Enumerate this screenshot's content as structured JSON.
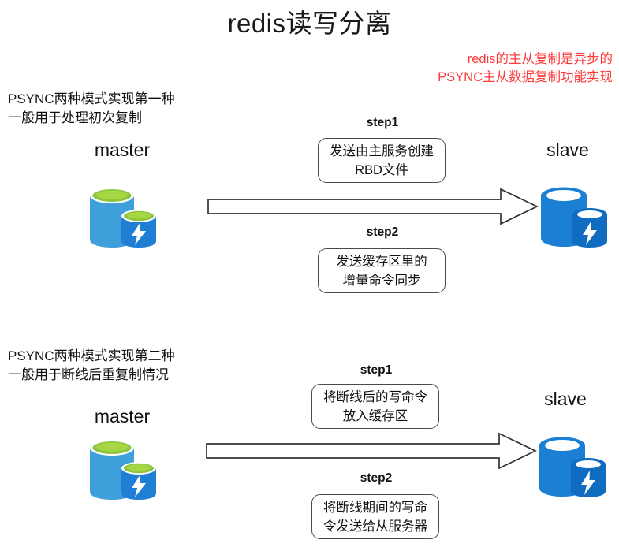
{
  "title": "redis读写分离",
  "note": {
    "line1": "redis的主从复制是异步的",
    "line2": "PSYNC主从数据复制功能实现",
    "color": "#ff3b3b"
  },
  "colors": {
    "master_body": "#3f9fdb",
    "master_body_dark": "#1f7fd4",
    "master_top": "#8cc63f",
    "master_top_light": "#a6d644",
    "slave_body": "#1b7fd4",
    "slave_body_dark": "#0f6cc0",
    "slave_top": "#ffffff",
    "bolt": "#ffffff",
    "arrow_stroke": "#333333",
    "box_border": "#4a4a4a",
    "text": "#111111"
  },
  "sections": [
    {
      "caption_line1": "PSYNC两种模式实现第一种",
      "caption_line2": "一般用于处理初次复制",
      "source_label": "master",
      "target_label": "slave",
      "source_icon": "database-master-icon",
      "target_icon": "database-slave-icon",
      "arrow_icon": "right-block-arrow-icon",
      "steps": [
        {
          "caption": "step1",
          "line1": "发送由主服务创建",
          "line2": "RBD文件"
        },
        {
          "caption": "step2",
          "line1": "发送缓存区里的",
          "line2": "增量命令同步"
        }
      ]
    },
    {
      "caption_line1": "PSYNC两种模式实现第二种",
      "caption_line2": "一般用于断线后重复制情况",
      "source_label": "master",
      "target_label": "slave",
      "source_icon": "database-master-icon",
      "target_icon": "database-slave-icon",
      "arrow_icon": "right-block-arrow-icon",
      "steps": [
        {
          "caption": "step1",
          "line1": "将断线后的写命令",
          "line2": "放入缓存区"
        },
        {
          "caption": "step2",
          "line1": "将断线期间的写命",
          "line2": "令发送给从服务器"
        }
      ]
    }
  ]
}
